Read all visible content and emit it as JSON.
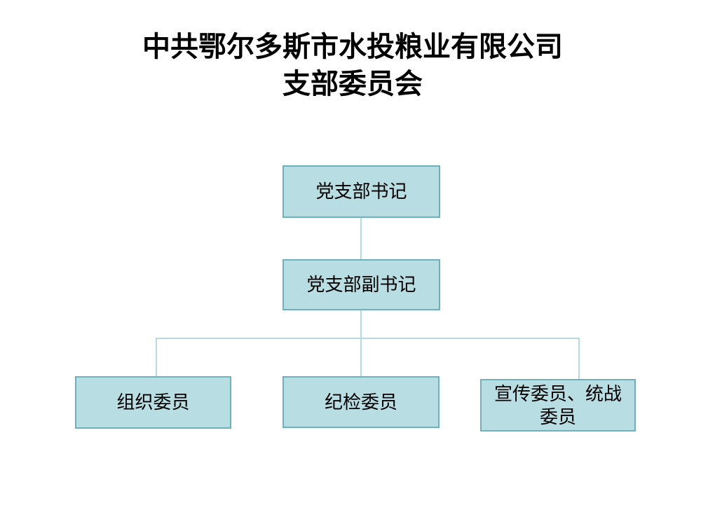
{
  "slide": {
    "background": "#ffffff"
  },
  "title": {
    "line1": "中共鄂尔多斯市水投粮业有限公司",
    "line2": "支部委员会"
  },
  "org_chart": {
    "type": "org-chart",
    "colors": {
      "node_fill": "#b8dde2",
      "node_border": "#6db1bc",
      "connector_line": "#b5dbe0",
      "text": "#000000"
    },
    "nodes": [
      {
        "id": "party-branch-secretary",
        "label": "党支部书记",
        "level": 1,
        "reports_to": null
      },
      {
        "id": "party-branch-deputy-secretary",
        "label": "党支部副书记",
        "level": 2,
        "reports_to": "party-branch-secretary"
      },
      {
        "id": "organization-committee-member",
        "label": "组织委员",
        "level": 3,
        "reports_to": "party-branch-deputy-secretary"
      },
      {
        "id": "discipline-inspection-committee-member",
        "label": "纪检委员",
        "level": 3,
        "reports_to": "party-branch-deputy-secretary"
      },
      {
        "id": "propaganda-united-front-committee-member",
        "label": "宣传委员、统战委员",
        "level": 3,
        "reports_to": "party-branch-deputy-secretary"
      }
    ]
  }
}
